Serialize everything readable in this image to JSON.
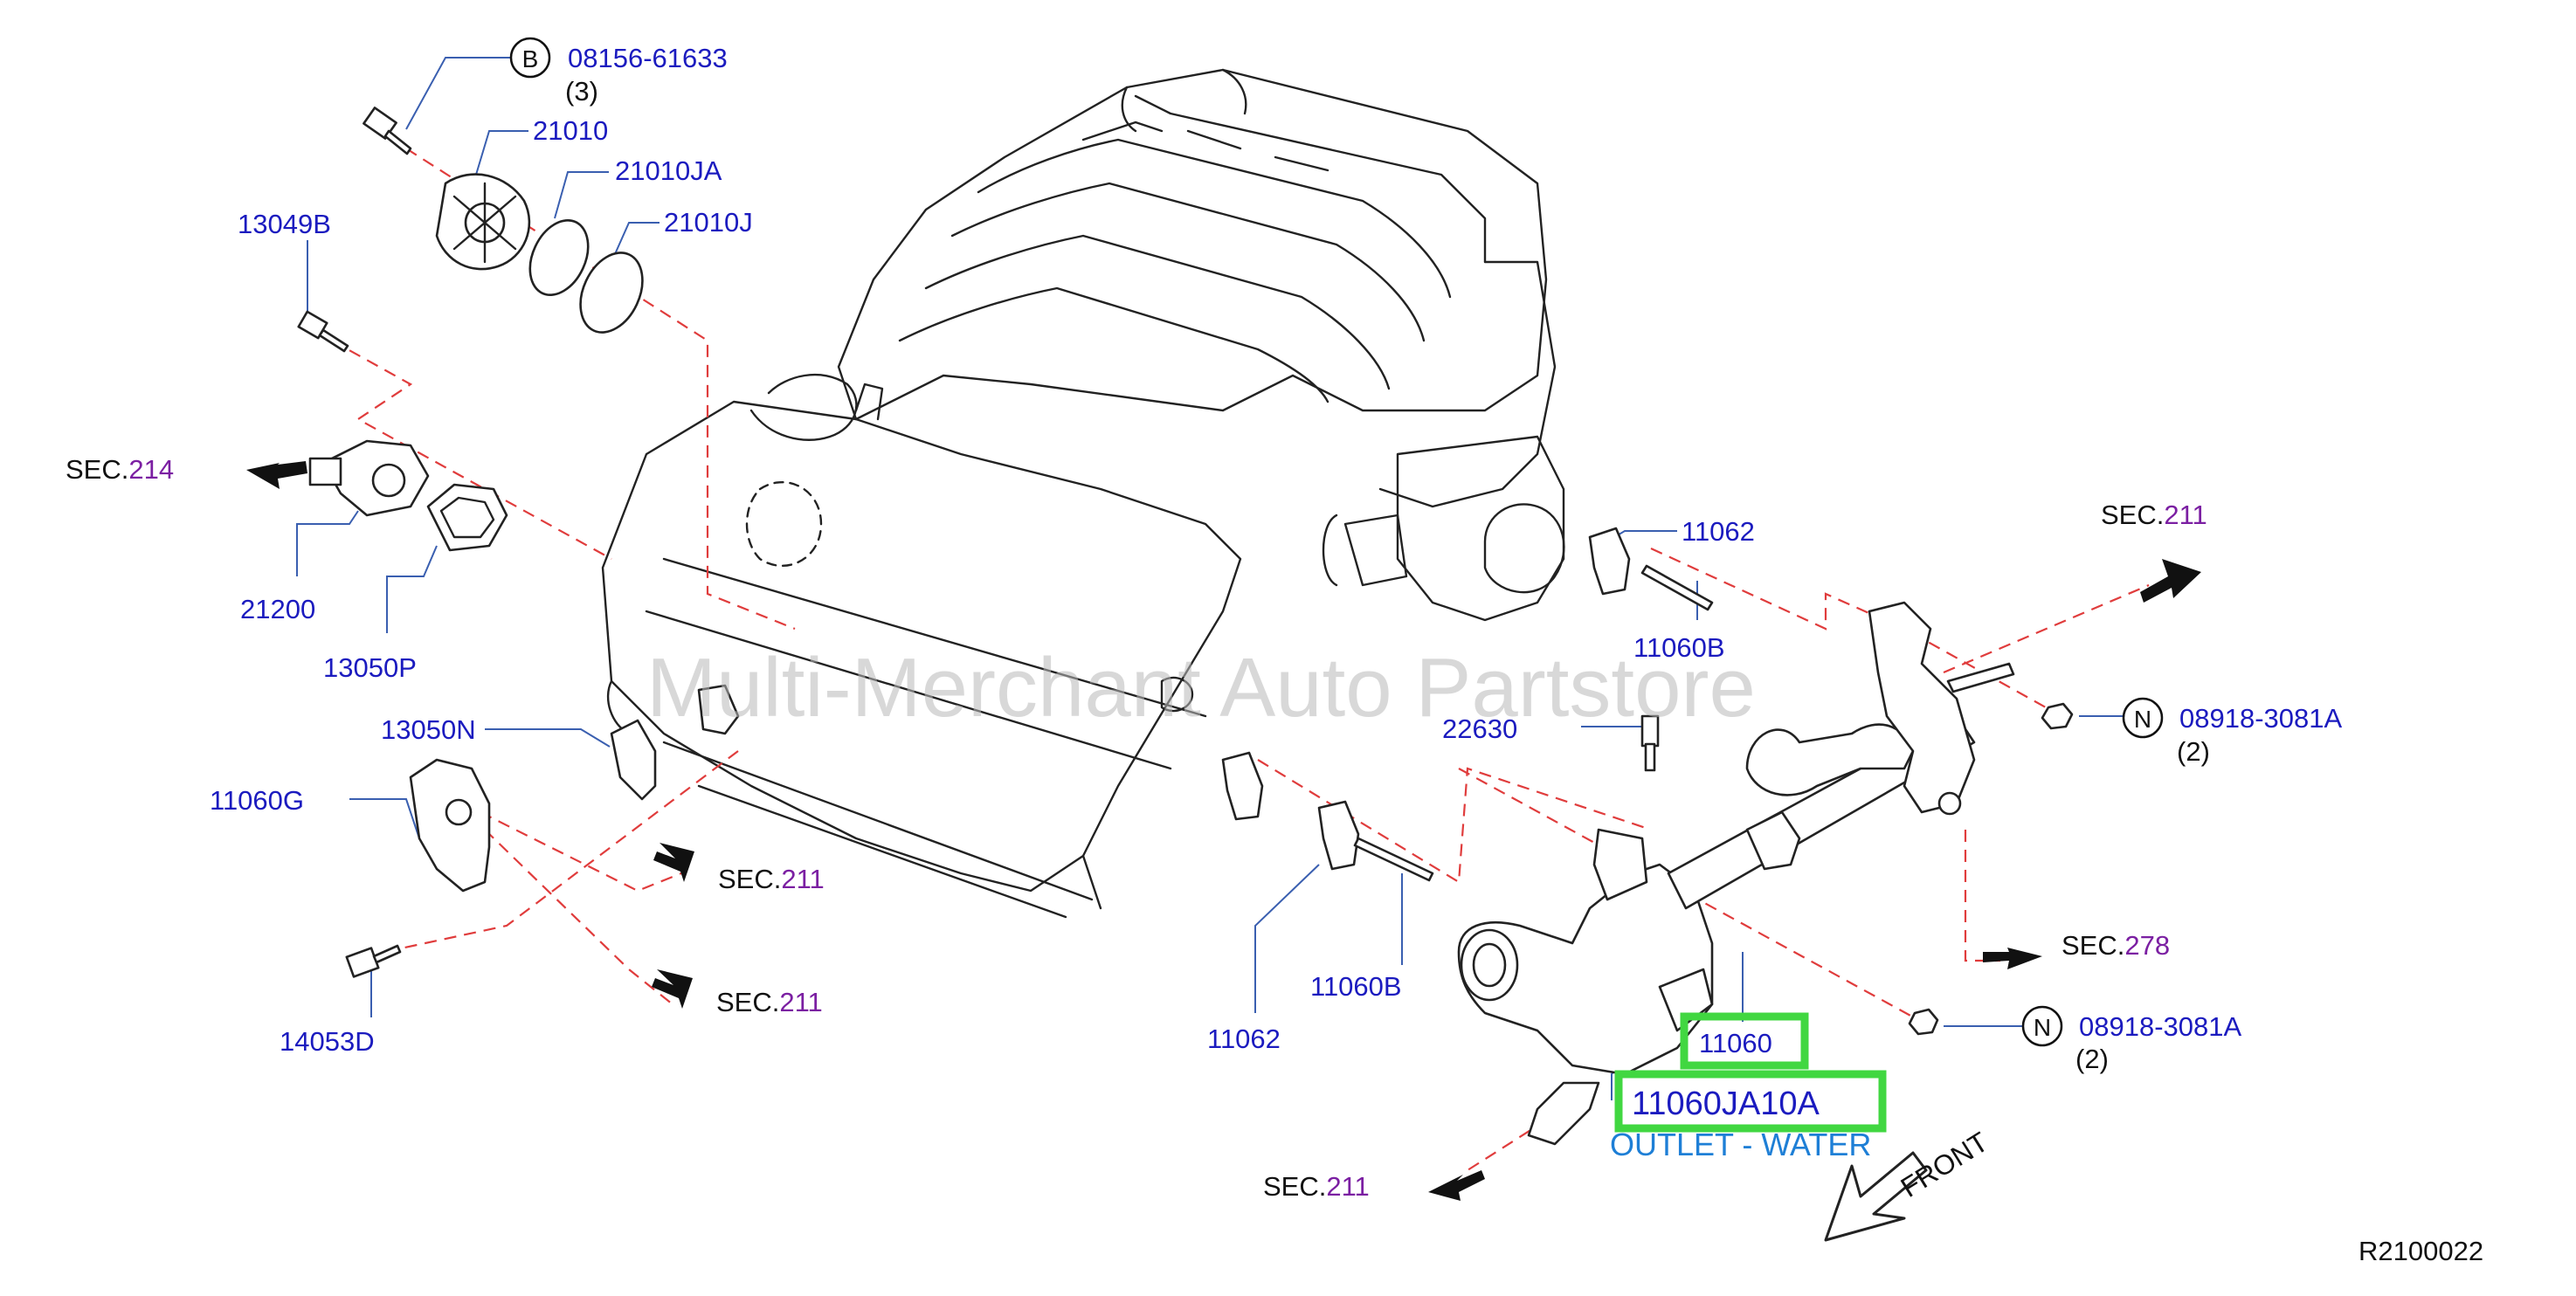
{
  "watermark": "Multi-Merchant Auto Partstore",
  "diagram_id": "R2100022",
  "parts": {
    "p08156": "08156-61633",
    "p08156_qty": "(3)",
    "p21010": "21010",
    "p21010JA": "21010JA",
    "p21010J": "21010J",
    "p13049B": "13049B",
    "p21200": "21200",
    "p13050P": "13050P",
    "p13050N": "13050N",
    "p11060G": "11060G",
    "p14053D": "14053D",
    "p11062_top": "11062",
    "p11060B_top": "11060B",
    "p22630": "22630",
    "p08918_top": "08918-3081A",
    "p08918_top_qty": "(2)",
    "p08918_bot": "08918-3081A",
    "p08918_bot_qty": "(2)",
    "p11062_bot": "11062",
    "p11060B_bot": "11060B",
    "p11060": "11060",
    "p11060JA10A": "11060JA10A"
  },
  "markers": {
    "bolt_b": "B",
    "nut_n_top": "N",
    "nut_n_bot": "N"
  },
  "sections": {
    "sec_prefix": "SEC.",
    "sec214": "214",
    "sec211_a": "211",
    "sec211_b": "211",
    "sec211_c": "211",
    "sec211_d": "211",
    "sec278": "278"
  },
  "caption": "OUTLET - WATER",
  "front_label": "FRONT",
  "colors": {
    "part_number": "#1b1bbf",
    "section_number": "#7b1fa2",
    "highlight": "#41d741",
    "caption": "#1e7fd6",
    "dashed_line": "#e03c3c"
  }
}
